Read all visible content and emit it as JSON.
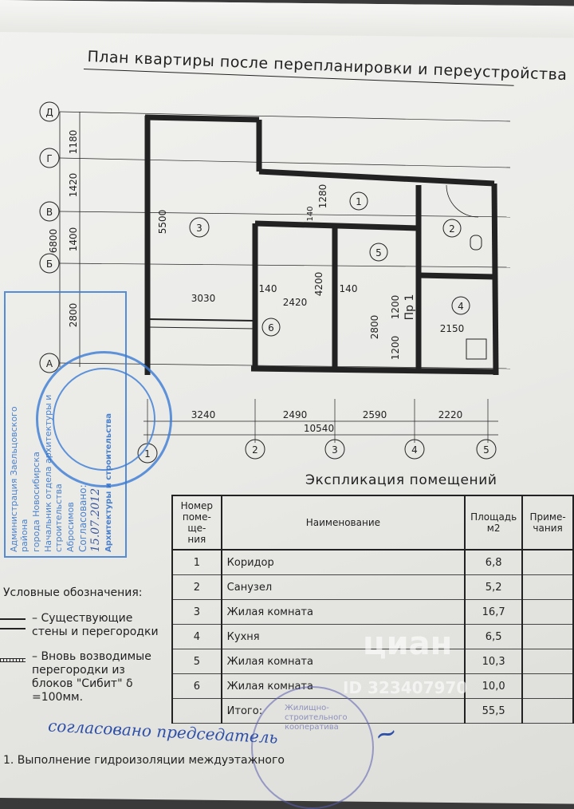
{
  "title": "План квартиры после перепланировки и переустройства",
  "axes_letters": [
    "Д",
    "Г",
    "В",
    "Б",
    "А"
  ],
  "axes_numbers": [
    "1",
    "2",
    "3",
    "4",
    "5"
  ],
  "dims_left": {
    "d1": "1180",
    "d2": "1420",
    "d3": "1400",
    "d4": "2800",
    "total": "6800",
    "room3_height": "5500"
  },
  "dims_bottom": {
    "d1": "3240",
    "d2": "2490",
    "d3": "2590",
    "d4": "2220",
    "total": "10540"
  },
  "dims_inner": {
    "room3_width": "3030",
    "wall1": "140",
    "room6_width": "2420",
    "room6_height": "4200",
    "wall2": "140",
    "room5_height": "2800",
    "pr1": "1200",
    "pr2": "1200",
    "pr_label": "Пр 1",
    "kitchen_width": "2150",
    "corr_height": "1280",
    "corr_wall": "140"
  },
  "rooms": [
    "1",
    "2",
    "3",
    "4",
    "5",
    "6"
  ],
  "explication": {
    "title": "Экспликация помещений",
    "headers": {
      "num": "Номер поме- ще- ния",
      "name": "Наименование",
      "area": "Площадь м2",
      "note": "Приме- чания"
    },
    "rows": [
      {
        "num": "1",
        "name": "Коридор",
        "area": "6,8"
      },
      {
        "num": "2",
        "name": "Санузел",
        "area": "5,2"
      },
      {
        "num": "3",
        "name": "Жилая комната",
        "area": "16,7"
      },
      {
        "num": "4",
        "name": "Кухня",
        "area": "6,5"
      },
      {
        "num": "5",
        "name": "Жилая комната",
        "area": "10,3"
      },
      {
        "num": "6",
        "name": "Жилая комната",
        "area": "10,0"
      }
    ],
    "total_label": "Итого:",
    "total_area": "55,5"
  },
  "legend": {
    "title": "Условные обозначения:",
    "existing": "– Существующие стены и перегородки",
    "new": "– Вновь возводимые перегородки из блоков \"Сибит\" δ =100мм."
  },
  "note": "1. Выполнение гидроизоляции междуэтажного",
  "stamp": {
    "line1": "Администрация Заельцовского района",
    "line2": "города Новосибирска",
    "line3": "Начальник отдела архитектуры и строительства",
    "line4": "Абросимов",
    "agreed": "Согласовано:",
    "date": "15.07.2012",
    "circle_text": "Архитектуры и строительства"
  },
  "stamp2": "Жилищно-строительного кооператива",
  "handwriting": "согласовано председатель",
  "watermark": {
    "brand": "циан",
    "id": "ID 323407970"
  },
  "colors": {
    "ink": "#222222",
    "stamp": "#3a7bd5",
    "paper": "#eeeeeb"
  }
}
